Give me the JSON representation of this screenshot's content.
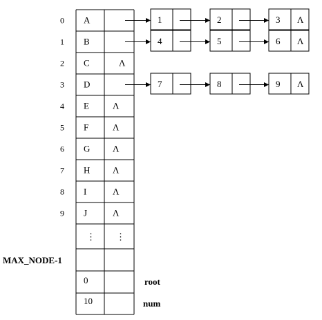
{
  "indices": [
    "0",
    "1",
    "2",
    "3",
    "4",
    "5",
    "6",
    "7",
    "8",
    "9"
  ],
  "vertex_names": [
    "A",
    "B",
    "C",
    "D",
    "E",
    "F",
    "G",
    "H",
    "I",
    "J"
  ],
  "null_symbol": "Λ",
  "ellipsis": "⋮",
  "max_label": "MAX_NODE-1",
  "root": {
    "value": "0",
    "label": "root"
  },
  "num": {
    "value": "10",
    "label": "num"
  },
  "adjacency": [
    [
      "1",
      "2",
      "3"
    ],
    [
      "4",
      "5",
      "6"
    ],
    [],
    [
      "7",
      "8",
      "9"
    ],
    [],
    [],
    [],
    [],
    [],
    []
  ]
}
